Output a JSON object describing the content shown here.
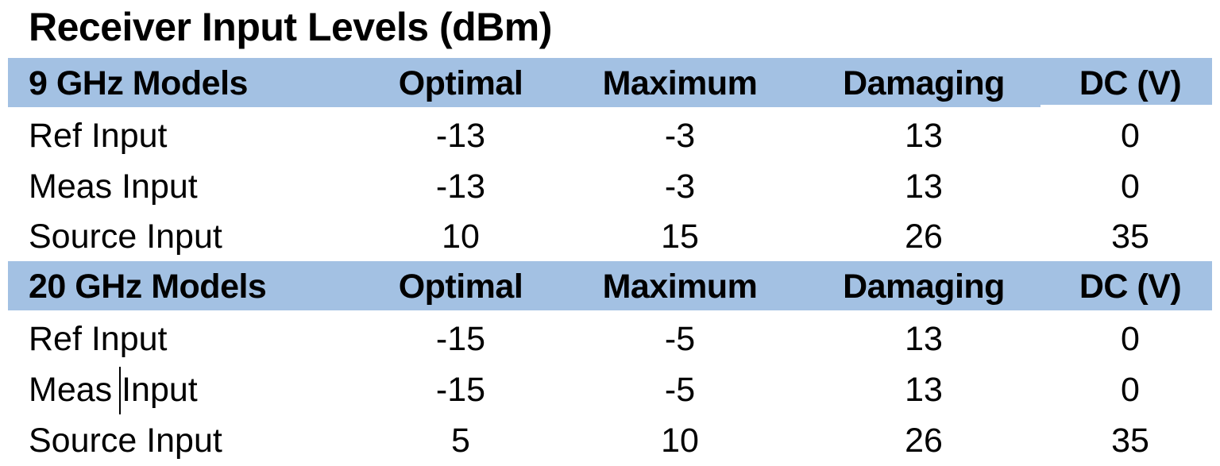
{
  "title": "Receiver Input Levels (dBm)",
  "colors": {
    "header_band": "#A3C1E3",
    "text": "#000000",
    "background": "#FFFFFF"
  },
  "sections": [
    {
      "header": [
        "9 GHz Models",
        "Optimal",
        "Maximum",
        "Damaging",
        "DC (V)"
      ],
      "rows": [
        [
          "Ref Input",
          "-13",
          "-3",
          "13",
          "0"
        ],
        [
          "Meas Input",
          "-13",
          "-3",
          "13",
          "0"
        ],
        [
          "Source Input",
          "10",
          "15",
          "26",
          "35"
        ]
      ]
    },
    {
      "header": [
        "20 GHz Models",
        "Optimal",
        "Maximum",
        "Damaging",
        "DC (V)"
      ],
      "rows": [
        [
          "Ref Input",
          "-15",
          "-5",
          "13",
          "0"
        ],
        [
          "Meas Input",
          "-15",
          "-5",
          "13",
          "0"
        ],
        [
          "Source Input",
          "5",
          "10",
          "26",
          "35"
        ]
      ]
    }
  ]
}
